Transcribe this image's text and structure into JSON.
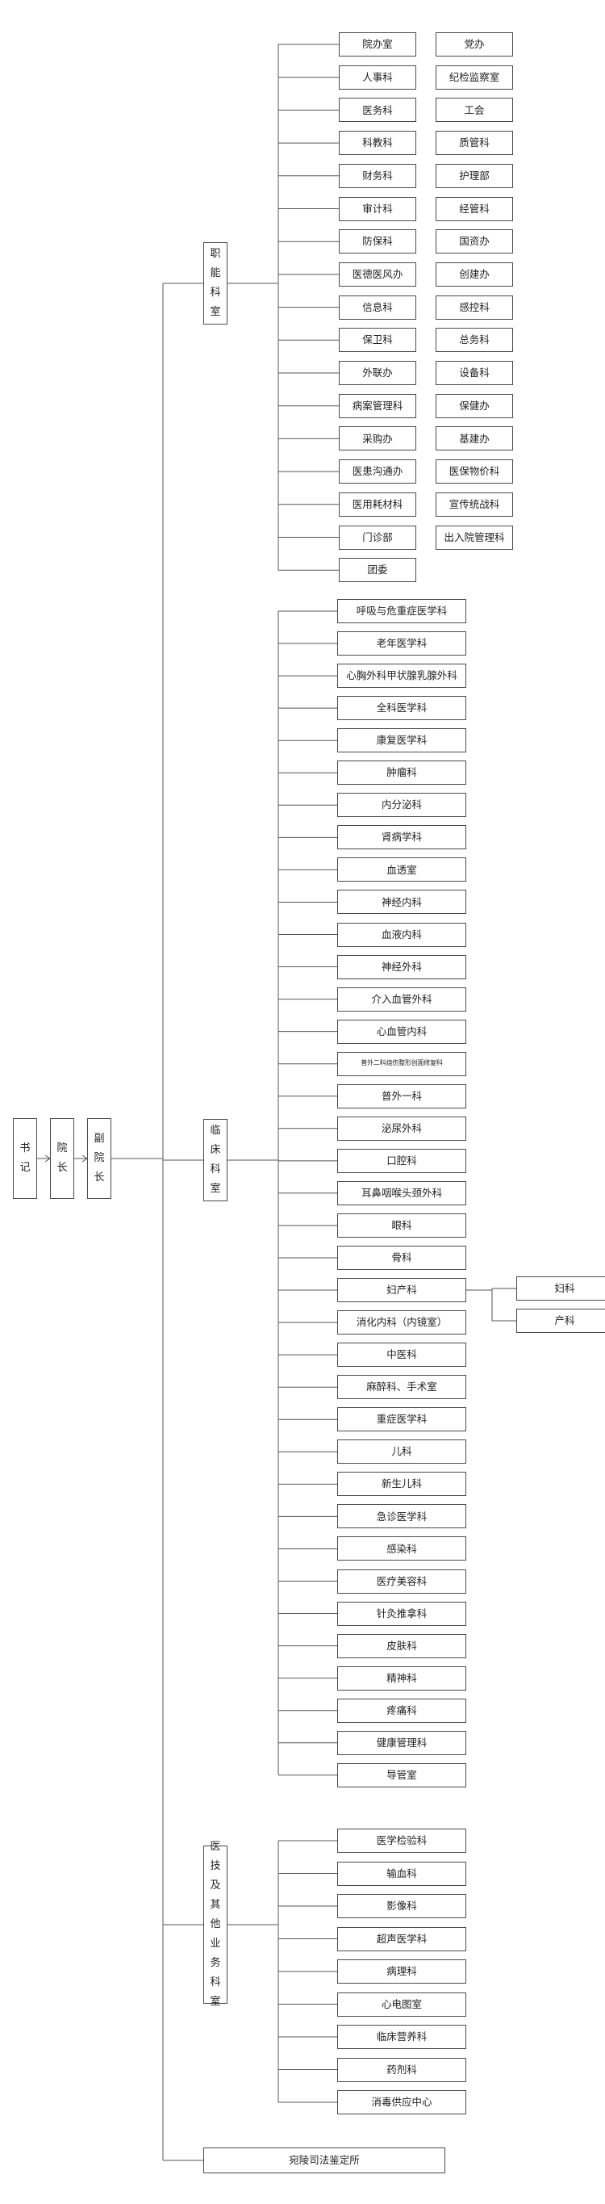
{
  "chain": {
    "secretary": "书记",
    "president": "院长",
    "vice_president": "副院长"
  },
  "groups": {
    "functional": {
      "label": "职能科室",
      "left": [
        "院办室",
        "人事科",
        "医务科",
        "科教科",
        "财务科",
        "审计科",
        "防保科",
        "医德医风办",
        "信息科",
        "保卫科",
        "外联办",
        "病案管理科",
        "采购办",
        "医患沟通办",
        "医用耗材科",
        "门诊部",
        "团委"
      ],
      "right": [
        "党办",
        "纪检监察室",
        "工会",
        "质管科",
        "护理部",
        "经管科",
        "国资办",
        "创建办",
        "感控科",
        "总务科",
        "设备科",
        "保健办",
        "基建办",
        "医保物价科",
        "宣传统战科",
        "出入院管理科"
      ]
    },
    "clinical": {
      "label": "临床科室",
      "items": [
        "呼吸与危重症医学科",
        "老年医学科",
        "心胸外科甲状腺乳腺外科",
        "全科医学科",
        "康复医学科",
        "肿瘤科",
        "内分泌科",
        "肾病学科",
        "血透室",
        "神经内科",
        "血液内科",
        "神经外科",
        "介入血管外科",
        "心血管内科",
        "普外二科烧伤整形创面修复科",
        "普外一科",
        "泌尿外科",
        "口腔科",
        "耳鼻咽喉头颈外科",
        "眼科",
        "骨科",
        "妇产科",
        "消化内科（内镜室）",
        "中医科",
        "麻醉科、手术室",
        "重症医学科",
        "儿科",
        "新生儿科",
        "急诊医学科",
        "感染科",
        "医疗美容科",
        "针灸推拿科",
        "皮肤科",
        "精神科",
        "疼痛科",
        "健康管理科",
        "导管室"
      ],
      "obgyn_children": [
        "妇科",
        "产科"
      ]
    },
    "medtech": {
      "label": "医技及其他业务科室",
      "items": [
        "医学检验科",
        "输血科",
        "影像科",
        "超声医学科",
        "病理科",
        "心电图室",
        "临床营养科",
        "药剂科",
        "消毒供应中心"
      ]
    },
    "forensic": {
      "label": "宛陵司法鉴定所"
    }
  }
}
